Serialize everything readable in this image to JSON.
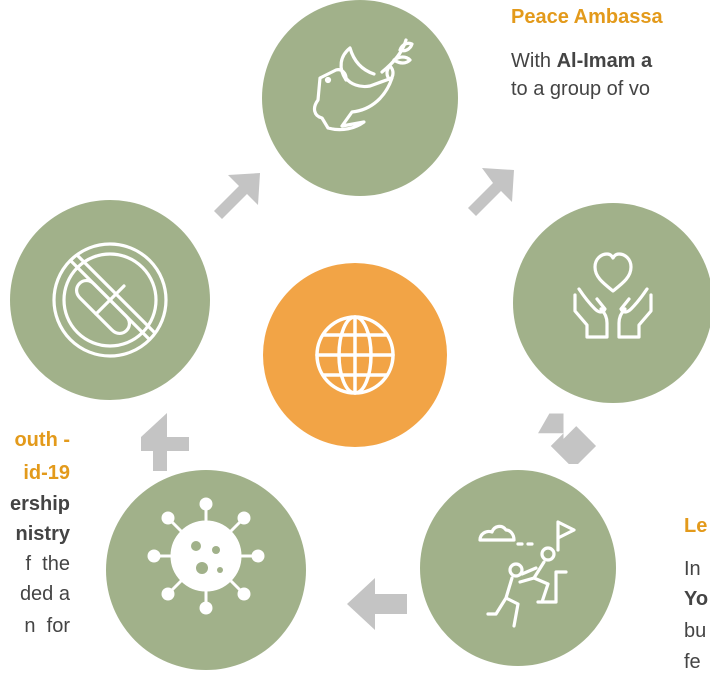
{
  "top_right": {
    "heading": "Peace Ambassa",
    "line1_prefix": "With ",
    "line1_bold": "Al-Imam a",
    "line2": "to a group of vo"
  },
  "left": {
    "heading1": "outh -",
    "heading2": "id-19",
    "bold1": "ership",
    "bold2": "nistry",
    "line3": "f  the",
    "line4": "ded a",
    "line5": "n  for"
  },
  "bottom_right": {
    "heading": "Le",
    "line1": "In",
    "line2_bold": "Yo",
    "line3": "bu",
    "line4": "fe"
  },
  "icons": [
    "globe-icon",
    "dove-icon",
    "heart-hands-icon",
    "climbing-icon",
    "virus-icon",
    "no-drugs-icon"
  ],
  "colors": {
    "node": "#a1b18a",
    "center": "#f2a446",
    "arrow": "#c4c4c4",
    "heading": "#e39a1b"
  }
}
